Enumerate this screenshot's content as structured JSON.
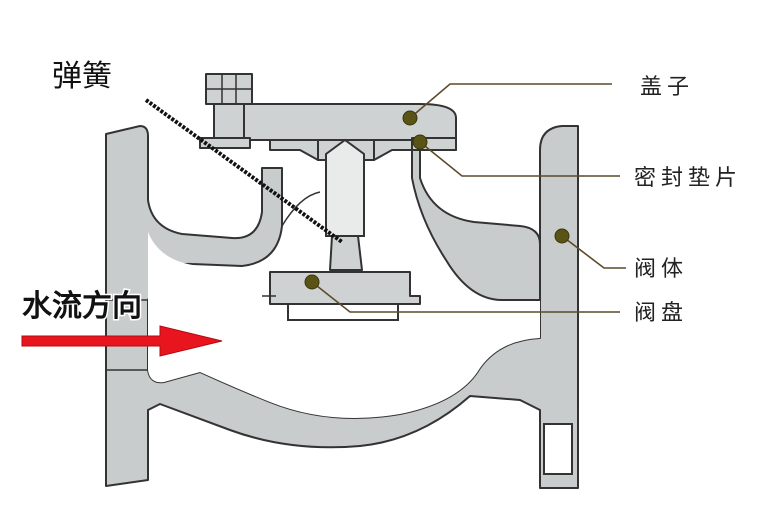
{
  "spring_label": "弹簧",
  "flow_direction_label": "水流方向",
  "parts": {
    "cover": "盖子",
    "seal_gasket": "密封垫片",
    "valve_body": "阀体",
    "valve_disc": "阀盘"
  },
  "colors": {
    "metal": "#c9cccd",
    "outline": "#333333",
    "leader_line": "#5c4a2a",
    "callout_dot": "#5a5316",
    "flow_arrow": "#e8141e"
  }
}
